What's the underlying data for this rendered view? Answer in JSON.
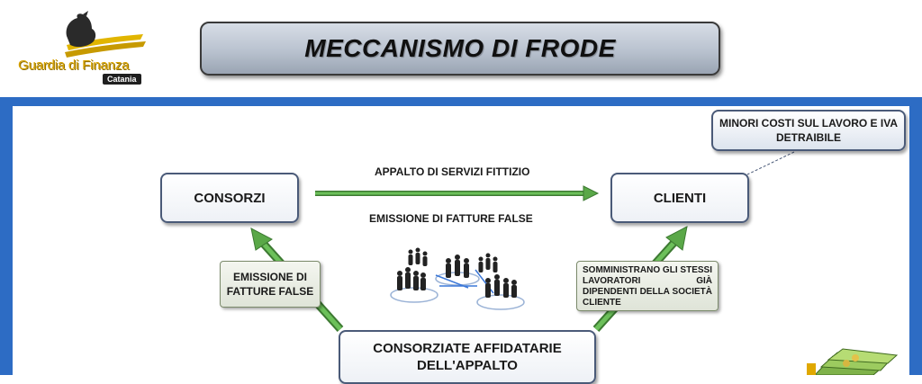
{
  "header": {
    "logo_text": "Guardia di Finanza",
    "logo_subtext": "Catania",
    "title": "MECCANISMO DI FRODE"
  },
  "diagram": {
    "node_consorzi": "CONSORZI",
    "node_clienti": "CLIENTI",
    "node_consorziate_line1": "CONSORZIATE AFFIDATARIE",
    "node_consorziate_line2": "DELL'APPALTO",
    "label_appalto": "APPALTO DI SERVIZI FITTIZIO",
    "label_emissione": "EMISSIONE DI FATTURE FALSE",
    "callout_emissione": "EMISSIONE DI FATTURE FALSE",
    "callout_somministrano": "SOMMINISTRANO GLI STESSI LAVORATORI GIÀ DIPENDENTI DELLA SOCIETÀ CLIENTE",
    "note_minori": "MINORI COSTI SUL LAVORO E IVA DETRAIBILE"
  },
  "colors": {
    "panel_border": "#2d6cc4",
    "arrow_green": "#5aa848",
    "logo_gold": "#d9a400",
    "title_bg": "#b9c2cf"
  },
  "icons": [
    "eagle-emblem-icon",
    "people-network-icon",
    "money-stack-icon"
  ]
}
